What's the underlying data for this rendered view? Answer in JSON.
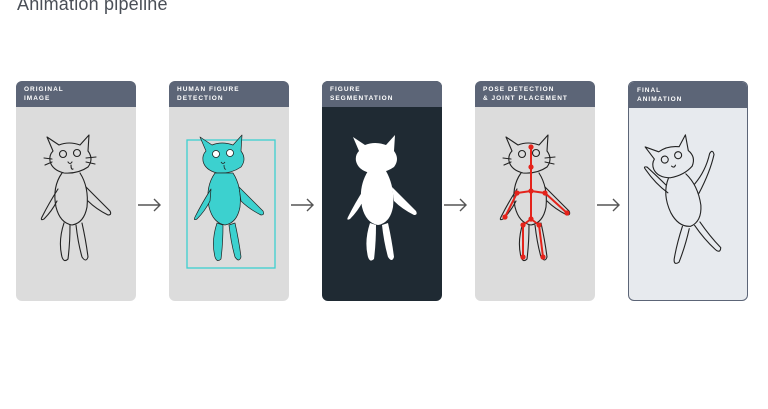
{
  "title": "Animation pipeline",
  "colors": {
    "header": "#5c6577",
    "paper": "#dcdcdc",
    "dark_bg": "#1f2a33",
    "light_bg": "#e7eaee",
    "highlight": "#3cd1cf",
    "joints": "#e4231b",
    "ink": "#222222"
  },
  "steps": [
    {
      "line1": "ORIGINAL",
      "line2": "IMAGE",
      "icon": "cat-drawing"
    },
    {
      "line1": "HUMAN FIGURE",
      "line2": "DETECTION",
      "icon": "cat-detection-box"
    },
    {
      "line1": "FIGURE",
      "line2": "SEGMENTATION",
      "icon": "cat-silhouette"
    },
    {
      "line1": "POSE DETECTION",
      "line2": "& JOINT PLACEMENT",
      "icon": "cat-skeleton"
    },
    {
      "line1": "FINAL",
      "line2": "ANIMATION",
      "icon": "cat-animated"
    }
  ],
  "arrow_icon": "arrow-right-icon"
}
